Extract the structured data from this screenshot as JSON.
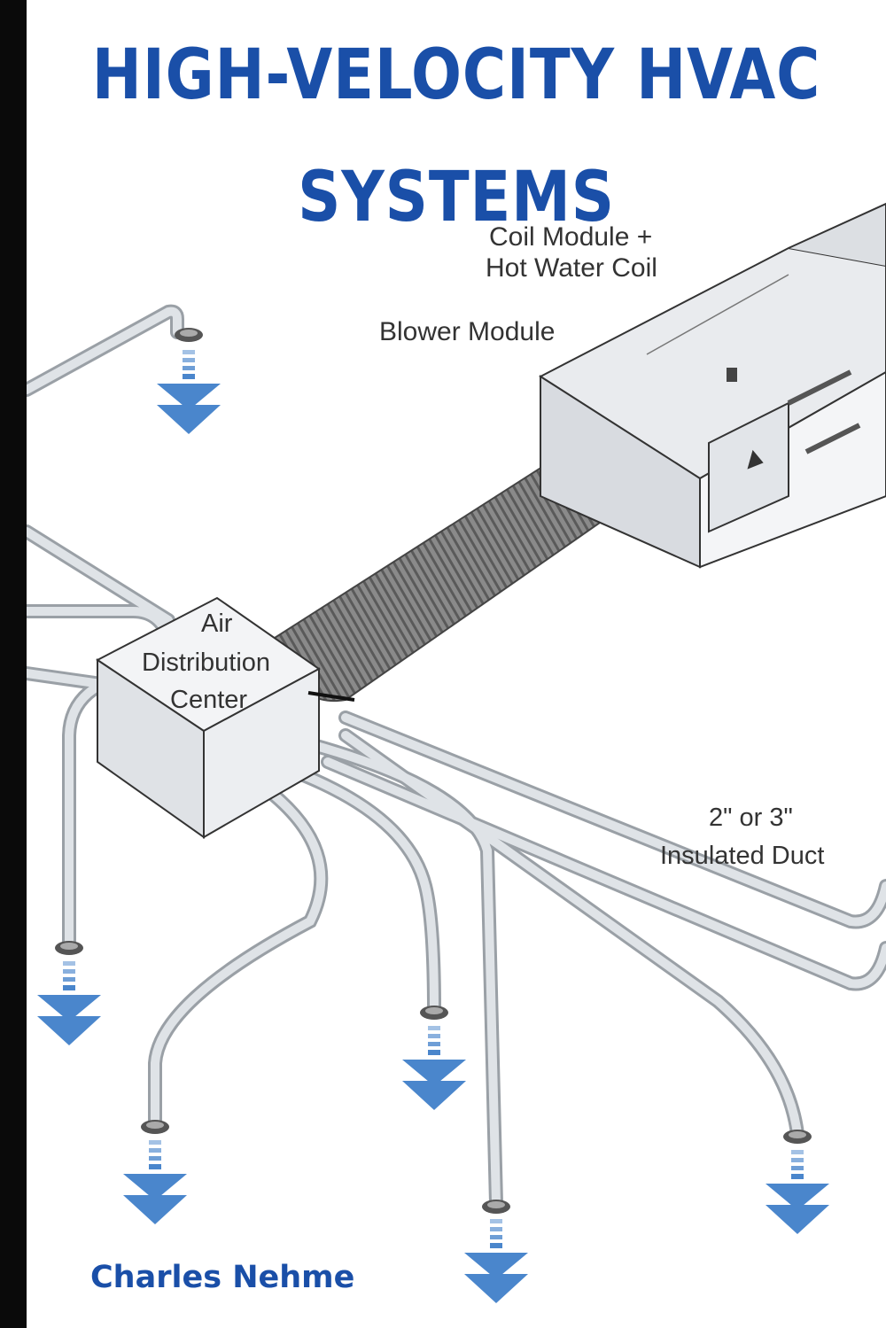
{
  "cover": {
    "title_line1": "HIGH-VELOCITY HVAC",
    "title_line2": "SYSTEMS",
    "author": "Charles Nehme"
  },
  "diagram": {
    "labels": {
      "coil_module_line1": "Coil Module +",
      "coil_module_line2": "Hot Water Coil",
      "blower_module": "Blower Module",
      "air_dist_line1": "Air",
      "air_dist_line2": "Distribution",
      "air_dist_line3": "Center",
      "duct_line1": "2\" or 3\"",
      "duct_line2": "Insulated Duct"
    }
  },
  "colors": {
    "title": "#1a4fa8",
    "arrow": "#4a86cc",
    "duct": "#cfd4da",
    "spine": "#0a0a0a"
  },
  "icons": [
    "down-arrow-icon",
    "outlet-icon"
  ]
}
